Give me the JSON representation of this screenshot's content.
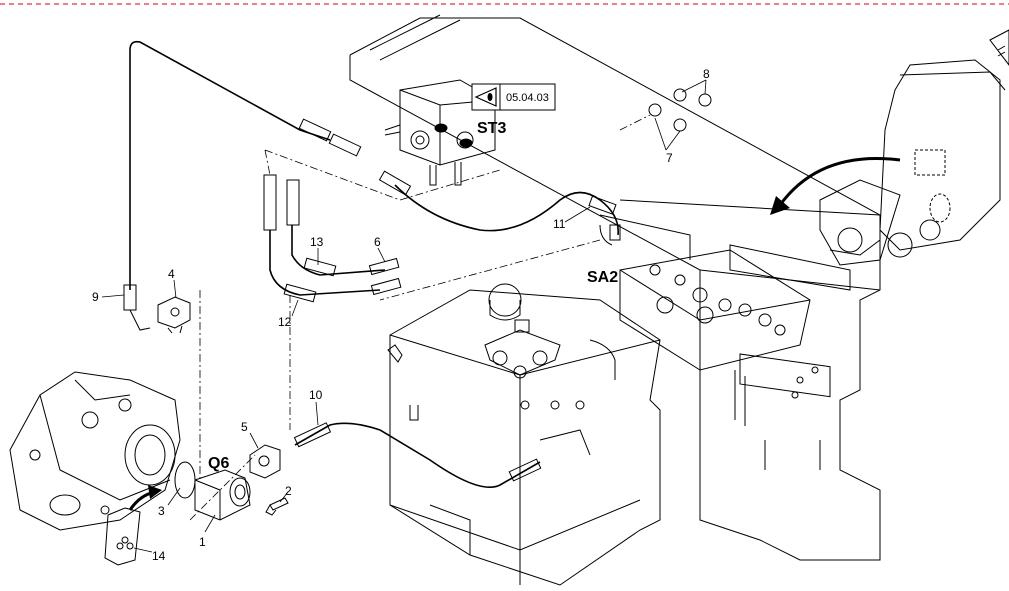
{
  "header": {
    "border_color": "#e0343a"
  },
  "reference": {
    "code": "05.04.03",
    "icon": "eye-view-icon"
  },
  "component_tags": {
    "st3": "ST3",
    "sa2": "SA2",
    "q6": "Q6"
  },
  "callouts": {
    "c1": "1",
    "c2": "2",
    "c3": "3",
    "c4": "4",
    "c5": "5",
    "c6": "6",
    "c7": "7",
    "c8": "8",
    "c9": "9",
    "c10": "10",
    "c11": "11",
    "c12": "12",
    "c13": "13",
    "c14": "14"
  },
  "colors": {
    "line": "#000000",
    "hatch": "#555555",
    "background": "#ffffff"
  }
}
